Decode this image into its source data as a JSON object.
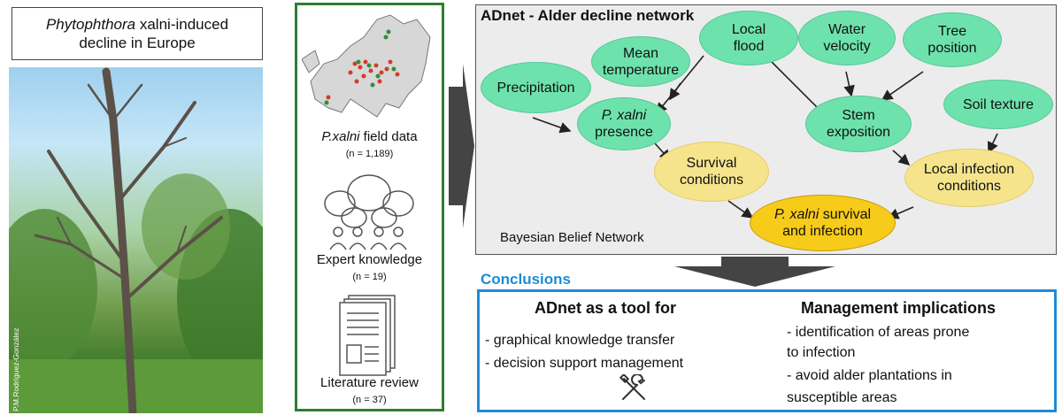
{
  "left_panel": {
    "title_italic": "Phytophthora",
    "title_italic2": "xalni",
    "title_rest1": "-induced",
    "title_line2": "decline in Europe",
    "photo_credit": "P.M.Rodríguez-González"
  },
  "data_sources": [
    {
      "label_italic": "P.xalni",
      "label_rest": " field data",
      "count": "(n = 1,189)",
      "icon": "europe-map-icon"
    },
    {
      "label_italic": "",
      "label_rest": "Expert knowledge",
      "count": "(n = 19)",
      "icon": "expert-group-icon"
    },
    {
      "label_italic": "",
      "label_rest": "Literature review",
      "count": "(n = 37)",
      "icon": "documents-icon"
    }
  ],
  "network": {
    "title": "ADnet - Alder decline network",
    "caption": "Bayesian Belief Network",
    "nodes": {
      "precipitation": "Precipitation",
      "mean_temp_1": "Mean",
      "mean_temp_2": "temperature",
      "local_flood_1": "Local",
      "local_flood_2": "flood",
      "water_velocity_1": "Water",
      "water_velocity_2": "velocity",
      "tree_position_1": "Tree",
      "tree_position_2": "position",
      "pxalni_presence_italic": "P.",
      "pxalni_presence_1": " xalni",
      "pxalni_presence_2": "presence",
      "stem_exposition_1": "Stem",
      "stem_exposition_2": "exposition",
      "soil_texture": "Soil texture",
      "survival_conditions_1": "Survival",
      "survival_conditions_2": "conditions",
      "local_infection_1": "Local infection",
      "local_infection_2": "conditions",
      "survival_infection_italic": "P. xalni",
      "survival_infection_1": " survival",
      "survival_infection_2": "and infection"
    }
  },
  "conclusions": {
    "label": "Conclusions",
    "left_head": "ADnet as a tool for",
    "left_items": [
      "- graphical knowledge transfer",
      "- decision support management"
    ],
    "right_head": "Management implications",
    "right_items": [
      "- identification of areas prone",
      "to infection",
      "- avoid alder plantations in",
      "susceptible areas"
    ],
    "tool_icon": "tools-icon"
  },
  "colors": {
    "driver_node": "#6ee2ad",
    "intermediate_node": "#f6e48d",
    "outcome_node": "#f7cb1a",
    "data_panel_border": "#2e7d32",
    "conclusions_accent": "#1f8bd6"
  }
}
